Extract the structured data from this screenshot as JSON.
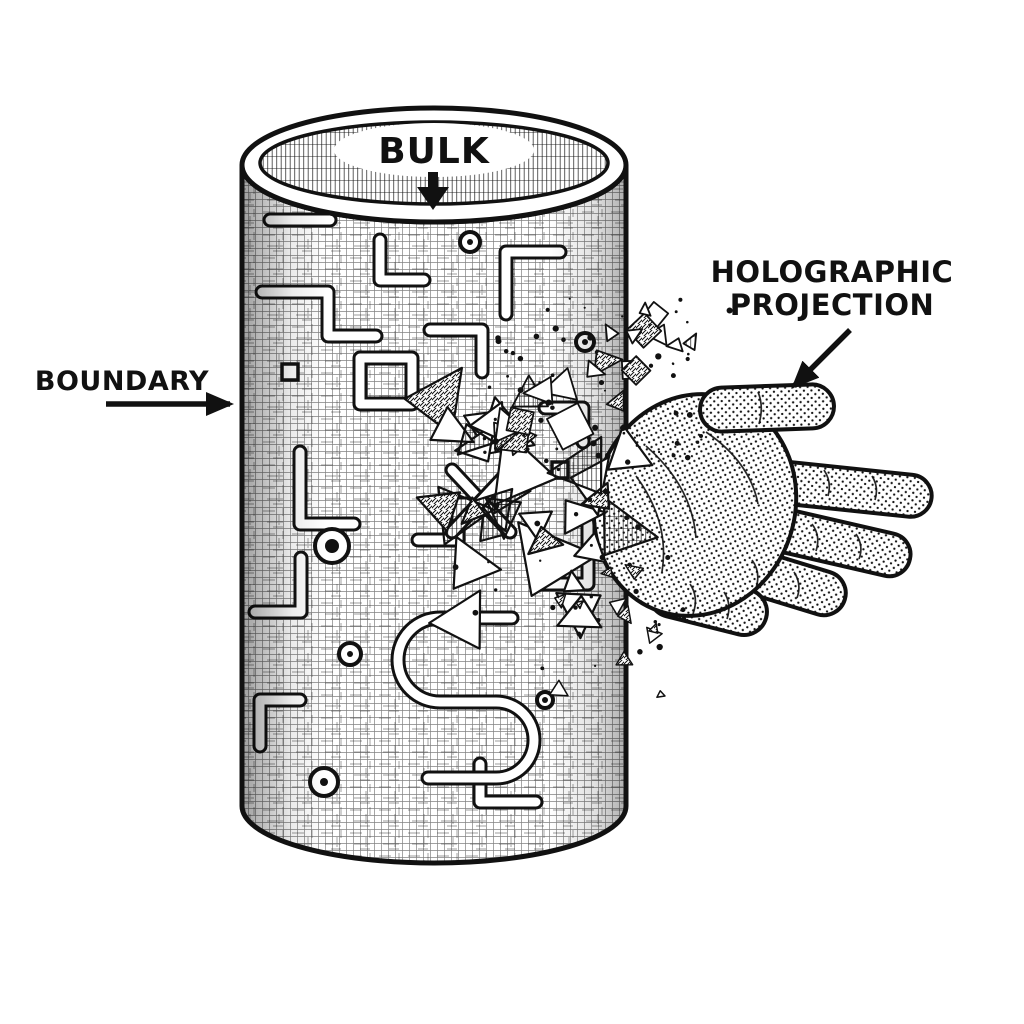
{
  "labels": {
    "bulk": "BULK",
    "boundary": "BOUNDARY",
    "projection_line1": "HOLOGRAPHIC",
    "projection_line2": "PROJECTION"
  },
  "colors": {
    "ink": "#111111",
    "paper": "#ffffff"
  }
}
